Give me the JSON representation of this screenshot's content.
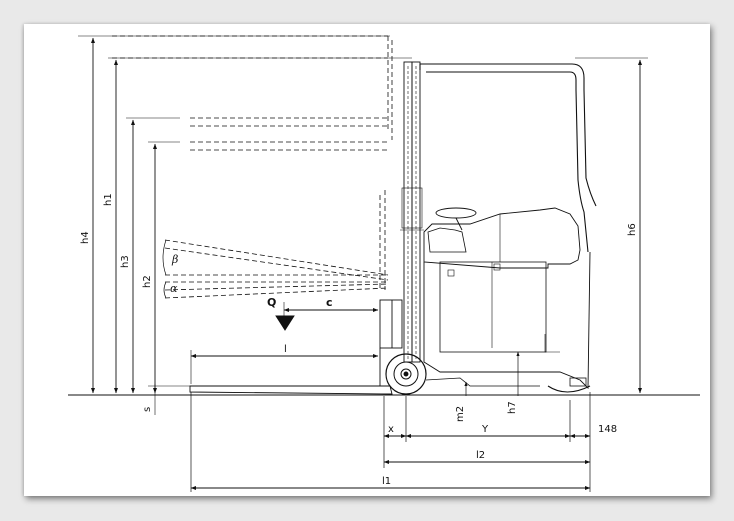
{
  "dimensions": {
    "h4": "h4",
    "h1": "h1",
    "h3": "h3",
    "h2": "h2",
    "s": "s",
    "h6": "h6",
    "beta": "β",
    "alpha": "α",
    "Q": "Q",
    "c": "c",
    "l": "l",
    "m2": "m2",
    "h7": "h7",
    "x": "x",
    "y": "Y",
    "d148": "148",
    "l2": "l2",
    "l1": "l1"
  },
  "colors": {
    "line": "#111111",
    "paper": "#ffffff",
    "frame": "#e9e9e9"
  }
}
